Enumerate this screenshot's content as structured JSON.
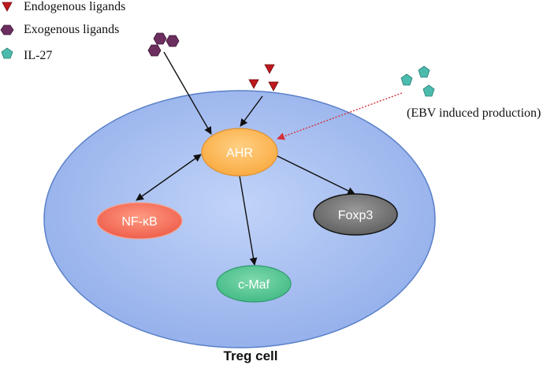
{
  "legend": {
    "endogenous": "Endogenous ligands",
    "exogenous": "Exogenous ligands",
    "il27": "IL-27"
  },
  "nodes": {
    "ahr": "AHR",
    "nfkb": "NF-κB",
    "foxp3": "Foxp3",
    "cmaf": "c-Maf"
  },
  "annotation": "(EBV induced production)",
  "cell_label": "Treg cell",
  "icons": {
    "endogenous": "red-triangle-icon",
    "exogenous": "purple-hexagon-icon",
    "il27": "teal-pentagon-icon"
  },
  "colors": {
    "cell_fill": "#a4bdf0",
    "cell_stroke": "#5a80c8",
    "ahr": "#fdb44a",
    "nfkb": "#f26a57",
    "foxp3": "#6e6e6e",
    "cmaf": "#4cc48e",
    "endogenous": "#c0181f",
    "exogenous": "#6b2e5f",
    "il27": "#4bbbad",
    "ebv_arrow": "#d5303a"
  }
}
